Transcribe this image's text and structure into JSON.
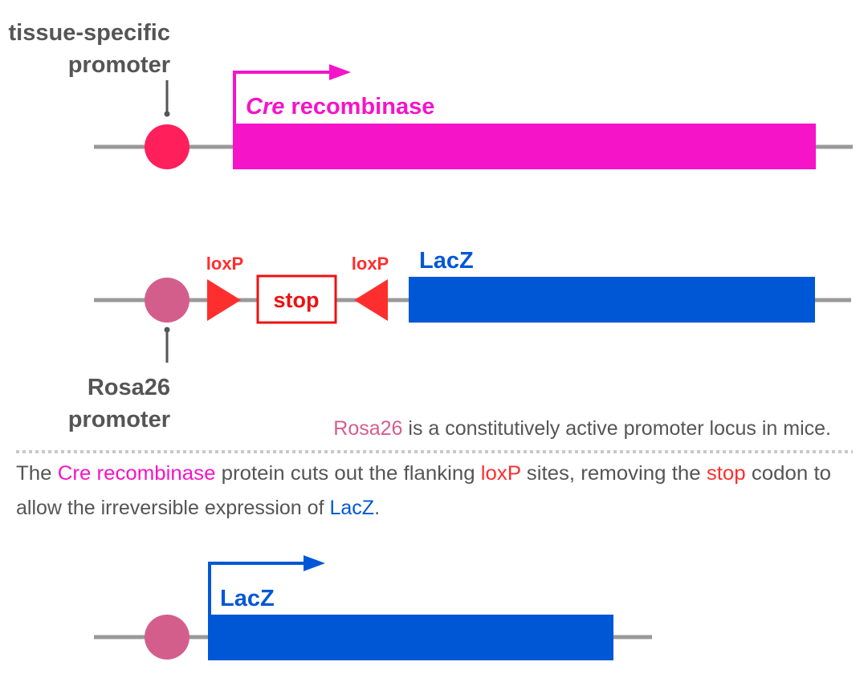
{
  "colors": {
    "magenta": "#f514c8",
    "blue": "#0057d6",
    "red": "#ff2e2e",
    "promoter_red": "#ff1f5b",
    "rosa_pink": "#d35e8c",
    "grey_line": "#999999",
    "grey_text": "#555555",
    "divider": "#c8c8c8"
  },
  "row1": {
    "promoter_label_line1": "tissue-specific",
    "promoter_label_line2": "promoter",
    "gene_label_italic": "Cre",
    "gene_label_rest": " recombinase"
  },
  "row2": {
    "loxp_left": "loxP",
    "loxp_right": "loxP",
    "stop_label": "stop",
    "gene_label": "LacZ",
    "promoter_label_line1": "Rosa26",
    "promoter_label_line2": "promoter",
    "note_highlight": "Rosa26",
    "note_rest": " is a constitutively active promoter locus in mice."
  },
  "explanation": {
    "line1": [
      {
        "text": "The ",
        "color": "grey"
      },
      {
        "text": "Cre recombinase",
        "color": "magenta"
      },
      {
        "text": " protein cuts out the flanking ",
        "color": "grey"
      },
      {
        "text": "loxP",
        "color": "red"
      },
      {
        "text": " sites, removing the ",
        "color": "grey"
      },
      {
        "text": "stop",
        "color": "red"
      },
      {
        "text": " codon to",
        "color": "grey"
      }
    ],
    "line2": [
      {
        "text": "allow the irreversible expression of ",
        "color": "grey"
      },
      {
        "text": "LacZ",
        "color": "blue"
      },
      {
        "text": ".",
        "color": "grey"
      }
    ]
  },
  "row3": {
    "gene_label": "LacZ"
  }
}
